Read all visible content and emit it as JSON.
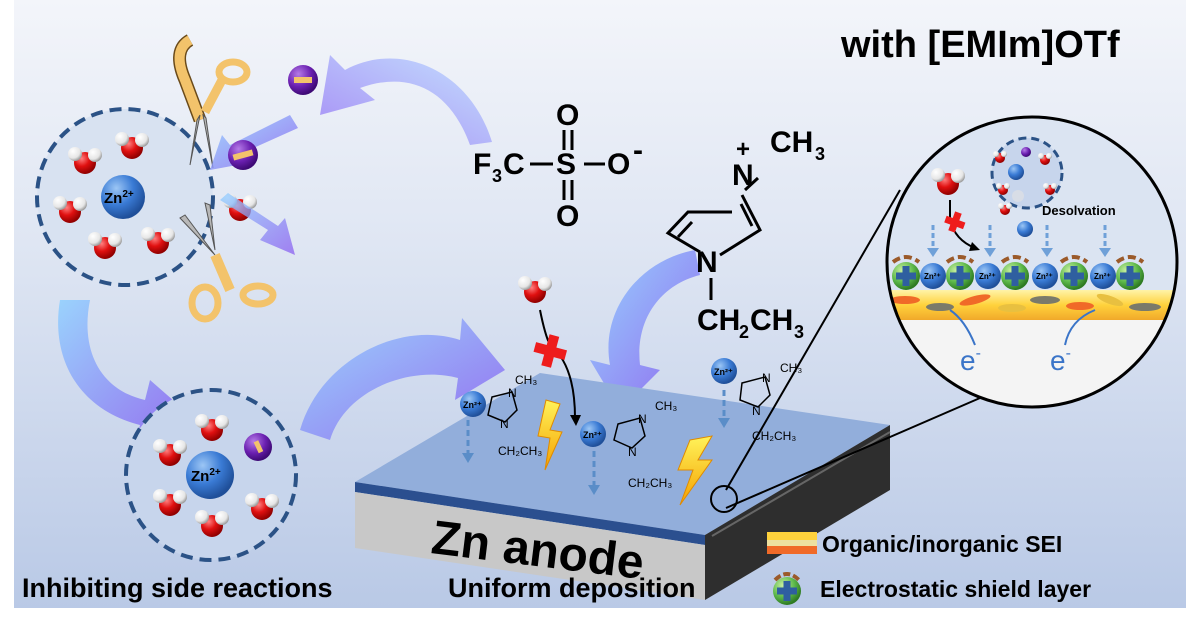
{
  "title": "with [EMIm]OTf",
  "triflate": {
    "f3c": "F",
    "f3c_sub": "3",
    "f3c_c": "C",
    "s": "S",
    "o_top": "O",
    "o_bottom": "O",
    "o_right": "O",
    "charge": "-"
  },
  "imidazolium": {
    "n_top": "N",
    "charge": "+",
    "ch3": "CH",
    "ch3_sub": "3",
    "n_bottom": "N",
    "ethyl_a": "CH",
    "ethyl_sub1": "2",
    "ethyl_b": "CH",
    "ethyl_sub2": "3"
  },
  "solvation": {
    "ion_label": "Zn",
    "ion_charge": "2+"
  },
  "zoom_inset": {
    "desolvation_label": "Desolvation",
    "zn_label": "Zn²⁺",
    "electron_label": "e",
    "electron_charge": "-"
  },
  "anode": {
    "label": "Zn anode",
    "zn_label": "Zn²⁺"
  },
  "captions": {
    "left": "Inhibiting side reactions",
    "middle": "Uniform deposition"
  },
  "legend": [
    {
      "label": "Organic/inorganic SEI"
    },
    {
      "label": "Electrostatic shield layer"
    }
  ],
  "colors": {
    "zinc_ion": "#3a7bd5",
    "oxygen": "#e01010",
    "hydrogen": "#f2f2f2",
    "anion": "#6a1fb0",
    "scissors": "#f3c36b",
    "cross": "#ee1c1c",
    "shield_green": "#5cb84a",
    "shield_cross": "#2f5fa0",
    "arc_brown": "#9b5a2a",
    "dash_circle": "#2b5286"
  }
}
